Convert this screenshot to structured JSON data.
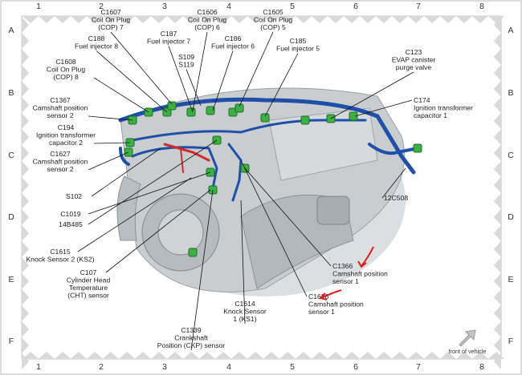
{
  "grid": {
    "columns": [
      "1",
      "2",
      "3",
      "4",
      "5",
      "6",
      "7",
      "8"
    ],
    "rows": [
      "A",
      "B",
      "C",
      "D",
      "E",
      "F"
    ]
  },
  "callouts": [
    {
      "id": "c1607",
      "lines": [
        "C1607",
        "Coil On Plug",
        "(COP) 7"
      ]
    },
    {
      "id": "c1606",
      "lines": [
        "C1606",
        "Coil On Plug",
        "(COP) 6"
      ]
    },
    {
      "id": "c1605",
      "lines": [
        "C1605",
        "Coil On Plug",
        "(COP) 5"
      ]
    },
    {
      "id": "c188",
      "lines": [
        "C188",
        "Fuel injector 8"
      ]
    },
    {
      "id": "c187",
      "lines": [
        "C187",
        "Fuel injector 7"
      ]
    },
    {
      "id": "c186",
      "lines": [
        "C186",
        "Fuel injector 6"
      ]
    },
    {
      "id": "c185",
      "lines": [
        "C185",
        "Fuel injector 5"
      ]
    },
    {
      "id": "s109",
      "lines": [
        "S109",
        "S119"
      ]
    },
    {
      "id": "c1608",
      "lines": [
        "C1608",
        "Coil On Plug",
        "(COP) 8"
      ]
    },
    {
      "id": "c123",
      "lines": [
        "C123",
        "EVAP canister",
        "purge valve"
      ]
    },
    {
      "id": "c1367",
      "lines": [
        "C1367",
        "Camshaft position",
        "sensor 2"
      ]
    },
    {
      "id": "c174",
      "lines": [
        "C174",
        "Ignition transformer",
        "capacitor 1"
      ]
    },
    {
      "id": "c194",
      "lines": [
        "C194",
        "Ignition transformer",
        "capacitor 2"
      ]
    },
    {
      "id": "c1627",
      "lines": [
        "C1627",
        "Camshaft position",
        "sensor 2"
      ]
    },
    {
      "id": "s102",
      "lines": [
        "S102"
      ]
    },
    {
      "id": "c1019",
      "lines": [
        "C1019"
      ]
    },
    {
      "id": "b485",
      "lines": [
        "14B485"
      ]
    },
    {
      "id": "c12508",
      "lines": [
        "12C508"
      ]
    },
    {
      "id": "c1615",
      "lines": [
        "C1615",
        "Knock Sensor 2 (KS2)"
      ]
    },
    {
      "id": "c1366",
      "lines": [
        "C1366",
        "Camshaft position",
        "sensor 1"
      ]
    },
    {
      "id": "c107",
      "lines": [
        "C107",
        "Cylinder Head",
        "Temperature",
        "(CHT) sensor"
      ]
    },
    {
      "id": "c1626",
      "lines": [
        "C1626",
        "Camshaft position",
        "sensor 1"
      ]
    },
    {
      "id": "c1614",
      "lines": [
        "C1614",
        "Knock Sensor",
        "1 (KS1)"
      ]
    },
    {
      "id": "c1339",
      "lines": [
        "C1339",
        "Crankshaft",
        "Position (CKP) sensor"
      ]
    }
  ],
  "front_of_vehicle": "front of vehicle",
  "colors": {
    "harness_blue": "#1f4fa8",
    "harness_red": "#d22a2a",
    "connector_green": "#3cb043",
    "arrow_red": "#e02020",
    "engine_gray": "#bfc3c6"
  }
}
